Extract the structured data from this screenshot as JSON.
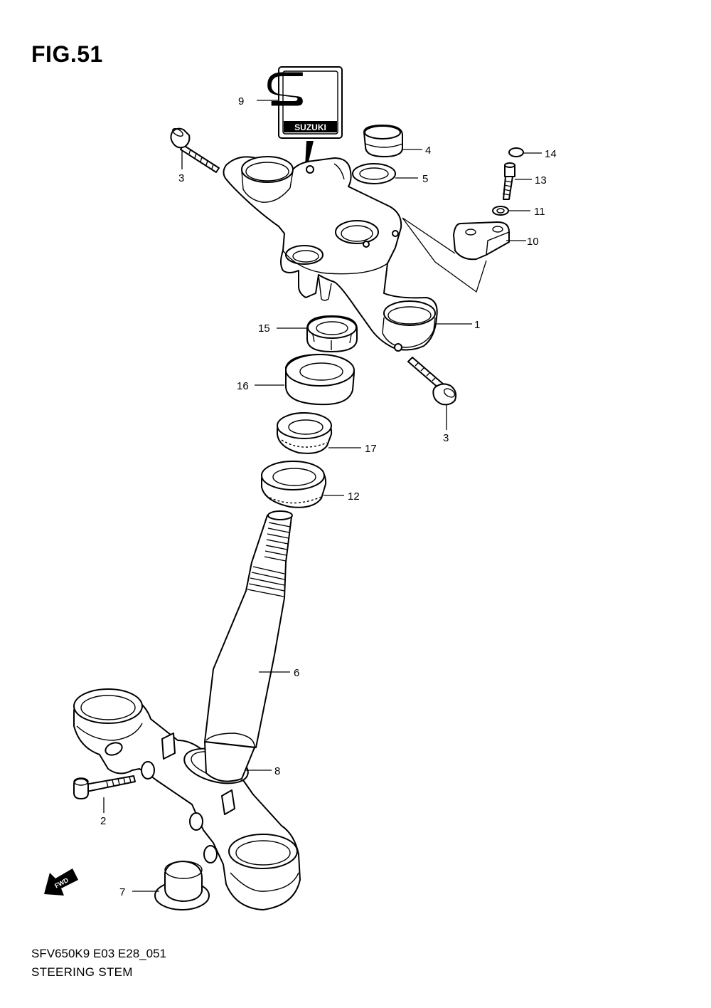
{
  "figure": {
    "title": "FIG.51",
    "model_code": "SFV650K9 E03 E28_051",
    "section_name": "STEERING STEM",
    "forward_arrow_label": "FWD",
    "emblem_text": "SUZUKI"
  },
  "callouts": [
    {
      "id": "c1",
      "label": "1"
    },
    {
      "id": "c2",
      "label": "2"
    },
    {
      "id": "c3a",
      "label": "3"
    },
    {
      "id": "c3b",
      "label": "3"
    },
    {
      "id": "c4",
      "label": "4"
    },
    {
      "id": "c5",
      "label": "5"
    },
    {
      "id": "c6",
      "label": "6"
    },
    {
      "id": "c7",
      "label": "7"
    },
    {
      "id": "c8",
      "label": "8"
    },
    {
      "id": "c9",
      "label": "9"
    },
    {
      "id": "c10",
      "label": "10"
    },
    {
      "id": "c11",
      "label": "11"
    },
    {
      "id": "c12",
      "label": "12"
    },
    {
      "id": "c13",
      "label": "13"
    },
    {
      "id": "c14",
      "label": "14"
    },
    {
      "id": "c15",
      "label": "15"
    },
    {
      "id": "c16",
      "label": "16"
    },
    {
      "id": "c17",
      "label": "17"
    }
  ],
  "parts": [
    {
      "number": "1",
      "icon": "upper-bracket"
    },
    {
      "number": "2",
      "icon": "bolt"
    },
    {
      "number": "3",
      "icon": "bolt"
    },
    {
      "number": "4",
      "icon": "cap-nut"
    },
    {
      "number": "5",
      "icon": "washer"
    },
    {
      "number": "6",
      "icon": "steering-stem"
    },
    {
      "number": "7",
      "icon": "cap"
    },
    {
      "number": "8",
      "icon": "dust-seal"
    },
    {
      "number": "9",
      "icon": "handlebar-holder"
    },
    {
      "number": "10",
      "icon": "emblem"
    },
    {
      "number": "11",
      "icon": "washer"
    },
    {
      "number": "12",
      "icon": "bearing"
    },
    {
      "number": "13",
      "icon": "bolt"
    },
    {
      "number": "14",
      "icon": "cap"
    },
    {
      "number": "15",
      "icon": "lock-nut"
    },
    {
      "number": "16",
      "icon": "dust-seal"
    },
    {
      "number": "17",
      "icon": "bearing"
    }
  ]
}
